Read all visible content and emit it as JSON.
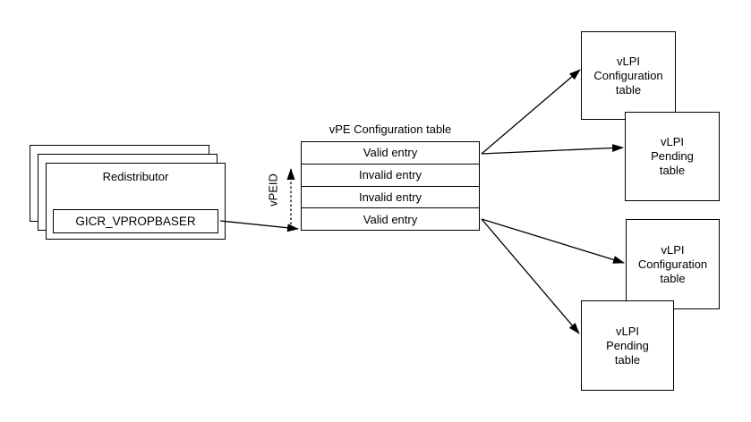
{
  "canvas": {
    "background_color": "#ffffff",
    "line_color": "#000000"
  },
  "redistributor": {
    "title": "Redistributor",
    "register_label": "GICR_VPROPBASER"
  },
  "vpeid_axis": {
    "label": "vPEID"
  },
  "vpe_table": {
    "title": "vPE Configuration table",
    "rows": [
      "Valid entry",
      "Invalid entry",
      "Invalid entry",
      "Valid entry"
    ]
  },
  "vlpi_boxes": [
    {
      "lines": [
        "vLPI",
        "Configuration",
        "table"
      ]
    },
    {
      "lines": [
        "vLPI",
        "Pending",
        "table"
      ]
    },
    {
      "lines": [
        "vLPI",
        "Configuration",
        "table"
      ]
    },
    {
      "lines": [
        "vLPI",
        "Pending",
        "table"
      ]
    }
  ]
}
